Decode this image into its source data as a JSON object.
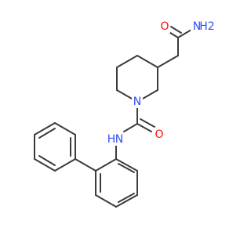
{
  "structure": {
    "atoms": {
      "n_ring": "N",
      "n_amide": "N",
      "h_amide": "H",
      "o_carboxamide": "O",
      "o_primary_amide": "O",
      "n_primary_amide": "N",
      "h2_primary_amide": "H2"
    }
  },
  "colors": {
    "bond": "#3b3b3b",
    "nitrogen": "#3050f8",
    "oxygen": "#ff0d0d",
    "background": "#ffffff"
  }
}
